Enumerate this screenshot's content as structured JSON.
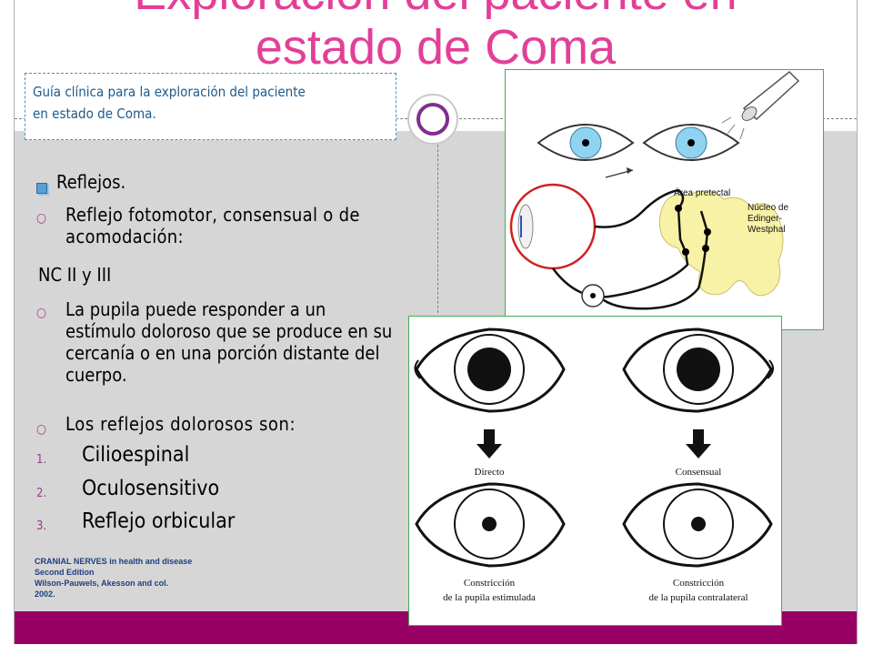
{
  "title": {
    "line1": "Exploración del paciente en",
    "line2": "estado de Coma"
  },
  "subtitle": {
    "line1": "Guía clínica para la exploración del paciente",
    "line2": "en estado de Coma."
  },
  "content": {
    "heading": "Reflejos.",
    "item1": "Reflejo fotomotor, consensual o de acomodación:",
    "nc": "NC II y III",
    "item2": "La pupila puede responder a un estímulo doloroso que se produce en su cercanía o en una porción distante del cuerpo.",
    "item3": "Los reflejos dolorosos son:",
    "numbered": [
      {
        "num": "1.",
        "label": "Cilioespinal"
      },
      {
        "num": "2.",
        "label": "Oculosensitivo"
      },
      {
        "num": "3.",
        "label": "Reflejo orbicular"
      }
    ]
  },
  "reference": {
    "line1_bold": "CRANIAL NERVES",
    "line1_rest": " in health and disease",
    "line2": "Second Edition",
    "line3": "Wilson-Pauwels, Akesson and col.",
    "line4": "2002."
  },
  "diagram1": {
    "label_area": "Área pretectal",
    "label_nucleus1": "Núcleo de",
    "label_nucleus2": "Edinger-",
    "label_nucleus3": "Westphal"
  },
  "diagram2": {
    "label_direct": "Directo",
    "label_consensual": "Consensual",
    "caption_left1": "Constricción",
    "caption_left2": "de la pupila estimulada",
    "caption_right1": "Constricción",
    "caption_right2": "de la pupila contralateral"
  },
  "colors": {
    "title": "#e33f97",
    "bar": "#990066",
    "band": "#d6d6d6",
    "subtitle": "#1e5a8a"
  }
}
